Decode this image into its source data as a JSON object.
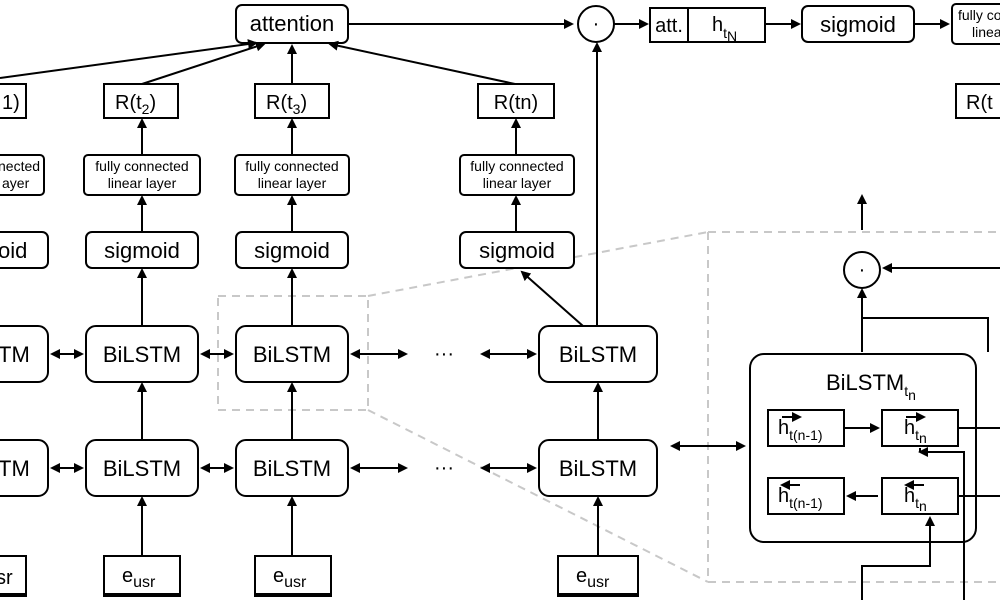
{
  "labels": {
    "attention": "attention",
    "dot": "·",
    "att": "att.",
    "h": "h",
    "t": "t",
    "N": "N",
    "n": "n",
    "sigmoid": "sigmoid",
    "fc_top_line1": "fully co",
    "fc_top_line2": "linea",
    "r_left_partial": "1)",
    "r_t2_main": "R(t",
    "r_t2_sub": "2",
    "r_close": ")",
    "r_t3_main": "R(t",
    "r_t3_sub": "3",
    "r_tn": "R(tn)",
    "r_right_partial": "R(t",
    "fc_left_line1": "nected",
    "fc_left_line2": "ayer",
    "fc_line1": "fully connected",
    "fc_line2": "linear layer",
    "sigmoid_left_partial": "oid",
    "bilstm": "BiLSTM",
    "bilstm_left_partial": "TM",
    "ellipsis": "···",
    "bilstm_detail_main": "BiLSTM",
    "sub_n_minus_1": "(n-1)",
    "e": "e",
    "usr": "usr",
    "e_left_partial": "sr"
  }
}
